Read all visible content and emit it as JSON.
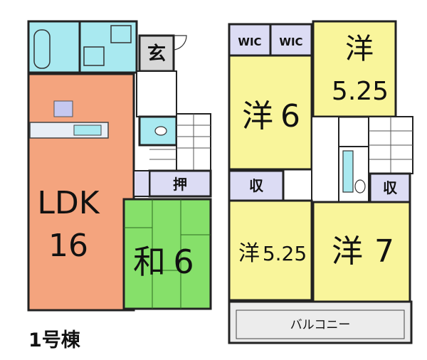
{
  "colors": {
    "ldk": "#f4a47e",
    "washitsu": "#86e06a",
    "youshitsu": "#f9f59b",
    "wet_area": "#a9e9f0",
    "genkan": "#d7d7d7",
    "storage": "#dcdcf4",
    "balcony": "#ececec",
    "wall": "#222222"
  },
  "floor1": {
    "ldk": {
      "name": "LDK",
      "size": "16"
    },
    "washitsu": {
      "name": "和",
      "size": "6"
    },
    "genkan": "玄",
    "oshiire": "押"
  },
  "floor2": {
    "wic_left": "WIC",
    "wic_right": "WIC",
    "youshitsu_a": {
      "name": "洋",
      "size": "5.25"
    },
    "youshitsu_b": {
      "name": "洋",
      "size": "6"
    },
    "youshitsu_c": {
      "name": "洋",
      "size": "5.25"
    },
    "youshitsu_d": {
      "name": "洋",
      "size": "7"
    },
    "shuno_left": "収",
    "shuno_right": "収",
    "balcony": "バルコニー"
  },
  "building_label": "1号棟"
}
